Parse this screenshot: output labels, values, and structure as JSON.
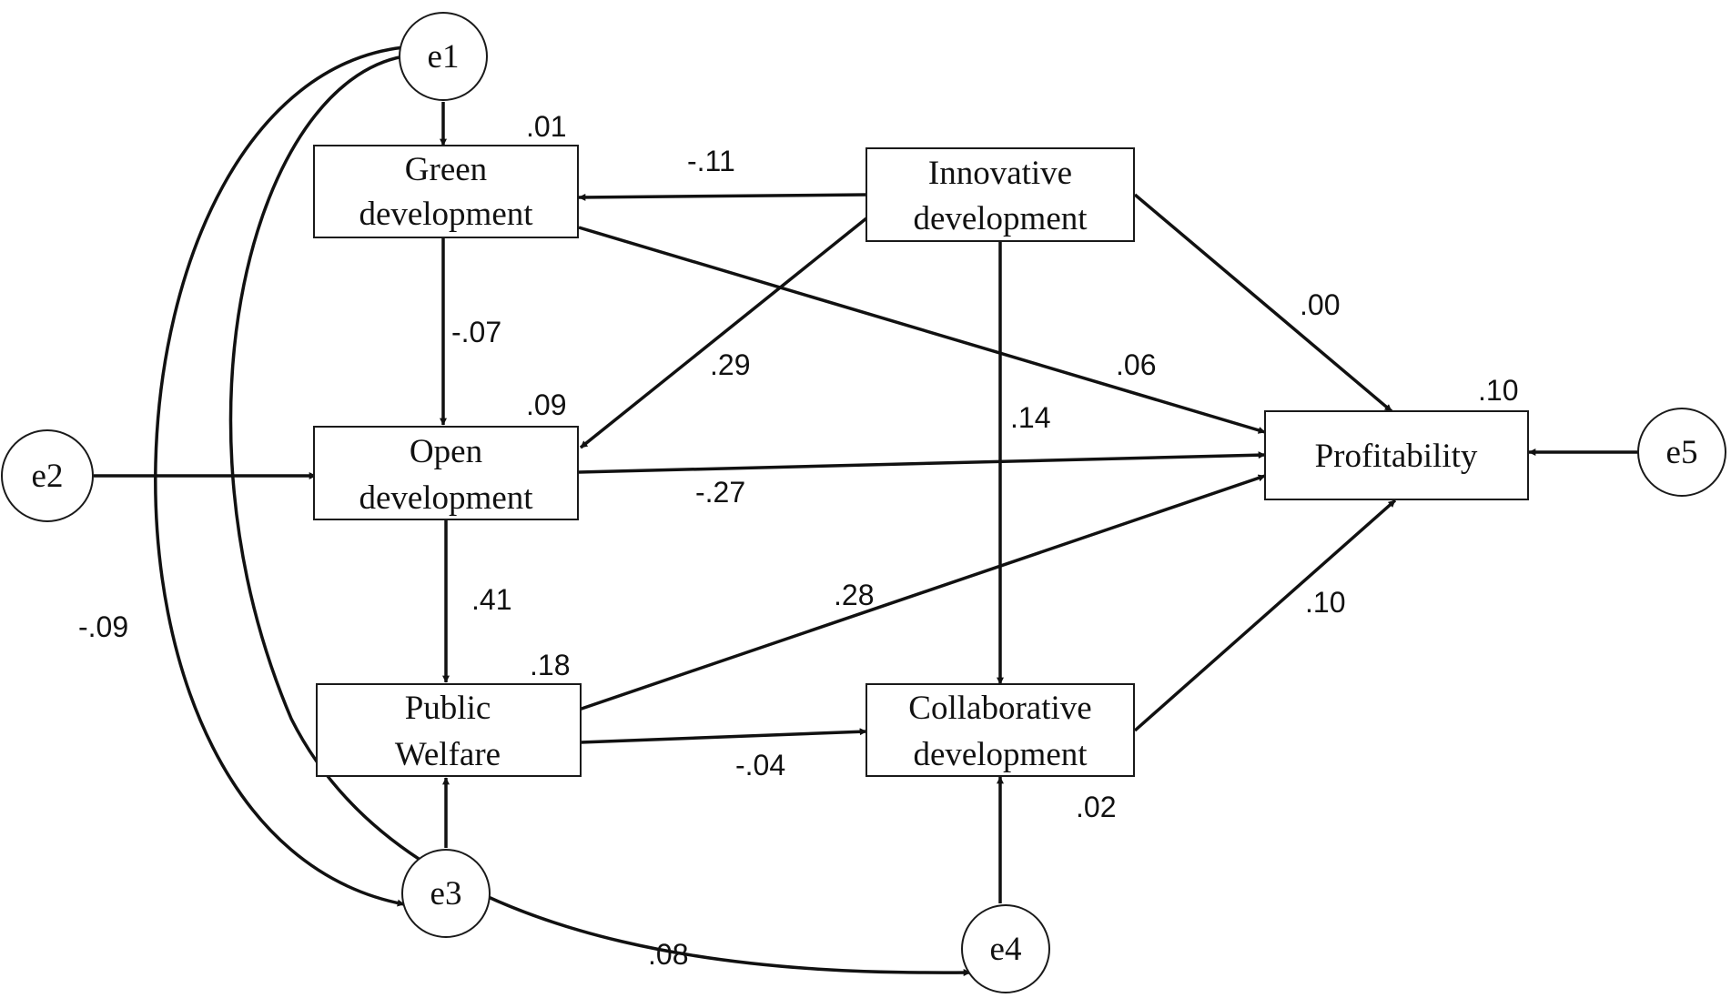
{
  "nodes": {
    "green_development": {
      "line1": "Green",
      "line2": "development"
    },
    "innovative_development": {
      "line1": "Innovative",
      "line2": "development"
    },
    "open_development": {
      "line1": "Open",
      "line2": "development"
    },
    "public_welfare": {
      "line1": "Public",
      "line2": "Welfare"
    },
    "collaborative_development": {
      "line1": "Collaborative",
      "line2": "development"
    },
    "profitability": {
      "label": "Profitability"
    }
  },
  "errors": {
    "e1": "e1",
    "e2": "e2",
    "e3": "e3",
    "e4": "e4",
    "e5": "e5"
  },
  "r_squared": {
    "green_development": ".01",
    "open_development": ".09",
    "public_welfare": ".18",
    "collaborative_development": ".02",
    "profitability": ".10"
  },
  "path_coefficients": {
    "innovative_to_green": "-.11",
    "green_to_open": "-.07",
    "innovative_to_open": ".29",
    "green_to_profitability": ".06",
    "innovative_to_profitability": ".00",
    "innovative_to_collaborative": ".14",
    "open_to_profitability": "-.27",
    "open_to_public_welfare": ".41",
    "public_welfare_to_profitability": ".28",
    "collaborative_to_profitability": ".10",
    "public_welfare_to_collaborative": "-.04"
  },
  "covariances": {
    "e1_e3": "-.09",
    "e1_e4": ".08"
  }
}
